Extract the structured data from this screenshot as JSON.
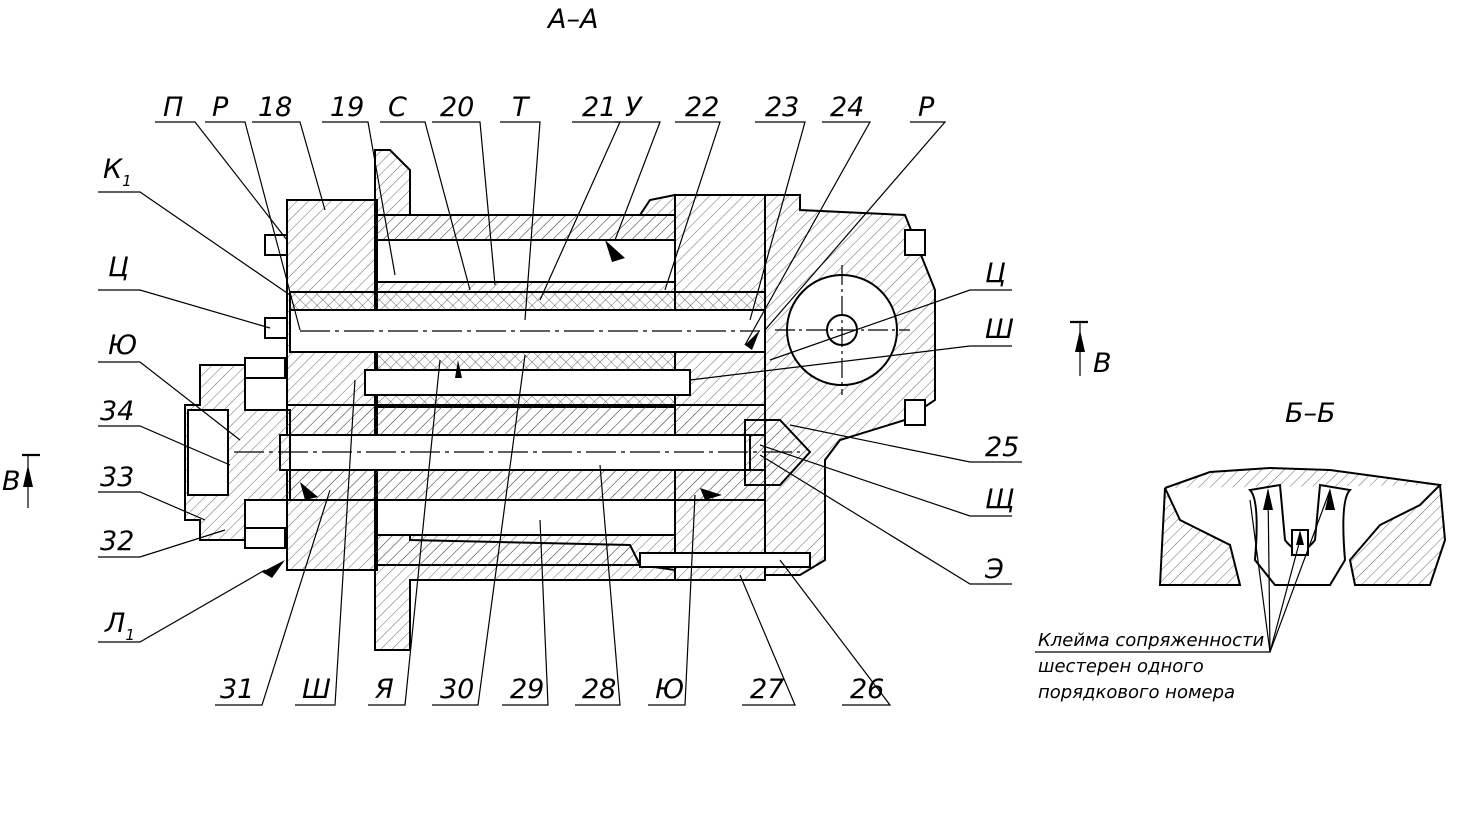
{
  "sections": {
    "main": "А–А",
    "detail": "Б–Б",
    "view_mark": "В"
  },
  "top_labels": [
    "П",
    "Р",
    "18",
    "19",
    "С",
    "20",
    "Т",
    "21",
    "У",
    "22",
    "23",
    "24",
    "Р"
  ],
  "left_labels": [
    "К",
    "Ц",
    "Ю",
    "34",
    "33",
    "32",
    "Л"
  ],
  "left_subscripts": {
    "k": "1",
    "l": "1"
  },
  "bottom_labels": [
    "31",
    "Ш",
    "Я",
    "30",
    "29",
    "28",
    "Ю",
    "27",
    "26"
  ],
  "right_labels": [
    "Ц",
    "Ш",
    "25",
    "Щ",
    "Э"
  ],
  "caption": [
    "Клейма сопряженности",
    "шестерен одного",
    "порядкового номера"
  ]
}
